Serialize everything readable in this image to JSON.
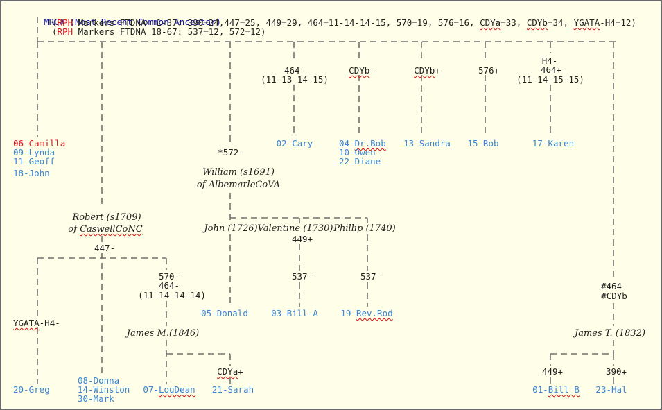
{
  "header": {
    "mrca_label": "MRCA",
    "mrca_desc": "(Most Recent Common Ancestor)",
    "markers_1_open": "(",
    "markers_1_rph": "RPH",
    "markers_1_text": " Markers FTDNA  1-37: 390=24,447=25, 449=29, 464=11-14-14-15, 570=19, 576=16, ",
    "markers_1_cdya": "CDYa",
    "markers_1_eq1": "=33, ",
    "markers_1_cdyb": "CDYb",
    "markers_1_eq2": "=34, ",
    "markers_1_ygata": "YGATA",
    "markers_1_tail": "-H4=12)",
    "markers_2_open": "(",
    "markers_2_rph": "RPH",
    "markers_2_text": " Markers FTDNA 18-67: 537=12, 572=12)"
  },
  "branches": {
    "camilla": "06-Camilla",
    "lynda": "09-Lynda",
    "geoff": "11-Geoff",
    "john": "18-John",
    "m464_label": "464-",
    "m464_value": "(11-13-14-15)",
    "cary": "02-Cary",
    "cdyb_minus_prefix": "CDYb",
    "cdyb_minus_suffix": "-",
    "bob_prefix": "04-",
    "bob_name": "Dr.Bob",
    "owen": "10-Owen",
    "diane": "22-Diane",
    "cdyb_plus_prefix": "CDYb",
    "cdyb_plus_suffix": "+",
    "sandra": "13-Sandra",
    "m576": "576+",
    "rob": "15-Rob",
    "h4_line": "H4-",
    "h4_464": "464+",
    "h4_value": "(11-14-15-15)",
    "karen": "17-Karen"
  },
  "william_branch": {
    "m572": "*572-",
    "william_line1": "William (s1691)",
    "william_line2": "of AlbemarleCoVA",
    "john_1726": "John (1726)",
    "valentine": "Valentine (1730)",
    "phillip": "Phillip (1740)",
    "m449": "449+",
    "m537_a": "537-",
    "m537_b": "537-",
    "donald": "05-Donald",
    "bill_a": "03-Bill-A",
    "rod_prefix": "19-",
    "rod_name": "Rev.Rod"
  },
  "robert_branch": {
    "robert_line1": "Robert (s1709)",
    "robert_line2_a": "of ",
    "robert_line2_b": "CaswellCoNC",
    "m447": "447-",
    "ygata_a": "YGATA",
    "ygata_b": "-H4-",
    "greg": "20-Greg",
    "donna": "08-Donna",
    "winston": "14-Winston",
    "mark": "30-Mark",
    "m570": "570-",
    "m464": "464-",
    "m464_value": "(11-14-14-14)",
    "james_m": "James M.(1846)",
    "loudean_prefix": "07-",
    "loudean_name": "LouDean",
    "cdya_a": "CDYa",
    "cdya_b": "+",
    "sarah": "21-Sarah"
  },
  "james_t_branch": {
    "m464_hash": "#464",
    "cdyb_hash": "#CDYb",
    "james_t": "James T. (1832)",
    "m449": "449+",
    "m390": "390+",
    "bill_b_prefix": "01-",
    "bill_b_name": "Bill B",
    "hal": "23-Hal"
  },
  "colors": {
    "background": "#fffee8",
    "frame": "#6b6b6b",
    "line": "#707070",
    "name_blue": "#3b86d6",
    "marker_dark": "#222222",
    "mrca_navy": "#1010a0",
    "highlight_red": "#e0141e"
  }
}
